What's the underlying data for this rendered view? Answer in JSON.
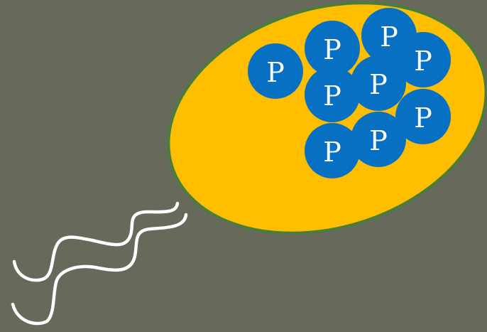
{
  "colors": {
    "background": "#67695a",
    "cell_body": "#ffbf00",
    "cell_outline": "#4a7d3c",
    "granule": "#0870c3",
    "granule_text": "#ffffff",
    "flagella": "#ffffff"
  },
  "granules": [
    {
      "label": "P"
    },
    {
      "label": "P"
    },
    {
      "label": "P"
    },
    {
      "label": "P"
    },
    {
      "label": "P"
    },
    {
      "label": "P"
    },
    {
      "label": "P"
    },
    {
      "label": "P"
    },
    {
      "label": "P"
    }
  ]
}
